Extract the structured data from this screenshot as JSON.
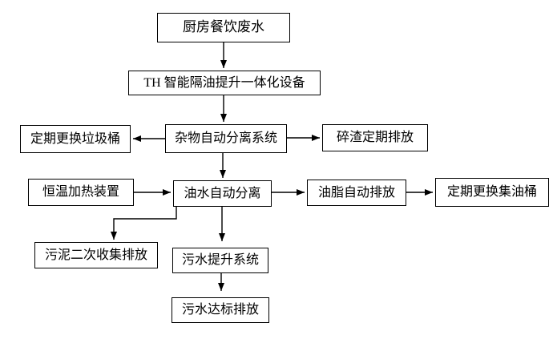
{
  "diagram": {
    "type": "flowchart",
    "language": "zh-CN",
    "colors": {
      "background": "#ffffff",
      "box_fill": "#ffffff",
      "box_border": "#000000",
      "line": "#000000",
      "text": "#000000"
    },
    "nodes": {
      "kitchen": {
        "label": "厨房餐饮废水"
      },
      "device": {
        "label": "TH 智能隔油提升一体化设备"
      },
      "debris_system": {
        "label": "杂物自动分离系统"
      },
      "trash_bin": {
        "label": "定期更换垃圾桶"
      },
      "residue_discharge": {
        "label": "碎渣定期排放"
      },
      "heater": {
        "label": "恒温加热装置"
      },
      "oil_water": {
        "label": "油水自动分离"
      },
      "grease_discharge": {
        "label": "油脂自动排放",
        "has_spellcheck_dots": true
      },
      "oil_barrel": {
        "label": "定期更换集油桶"
      },
      "sludge_discharge": {
        "label": "污泥二次收集排放"
      },
      "sewage_lift": {
        "label": "污水提升系统"
      },
      "final_discharge": {
        "label": "污水达标排放"
      }
    },
    "edges": [
      {
        "from": "kitchen",
        "to": "device"
      },
      {
        "from": "device",
        "to": "debris_system"
      },
      {
        "from": "debris_system",
        "to": "trash_bin"
      },
      {
        "from": "debris_system",
        "to": "residue_discharge"
      },
      {
        "from": "debris_system",
        "to": "oil_water"
      },
      {
        "from": "heater",
        "to": "oil_water"
      },
      {
        "from": "oil_water",
        "to": "grease_discharge"
      },
      {
        "from": "grease_discharge",
        "to": "oil_barrel"
      },
      {
        "from": "oil_water",
        "to": "sludge_discharge"
      },
      {
        "from": "oil_water",
        "to": "sewage_lift"
      },
      {
        "from": "sewage_lift",
        "to": "final_discharge"
      }
    ]
  }
}
